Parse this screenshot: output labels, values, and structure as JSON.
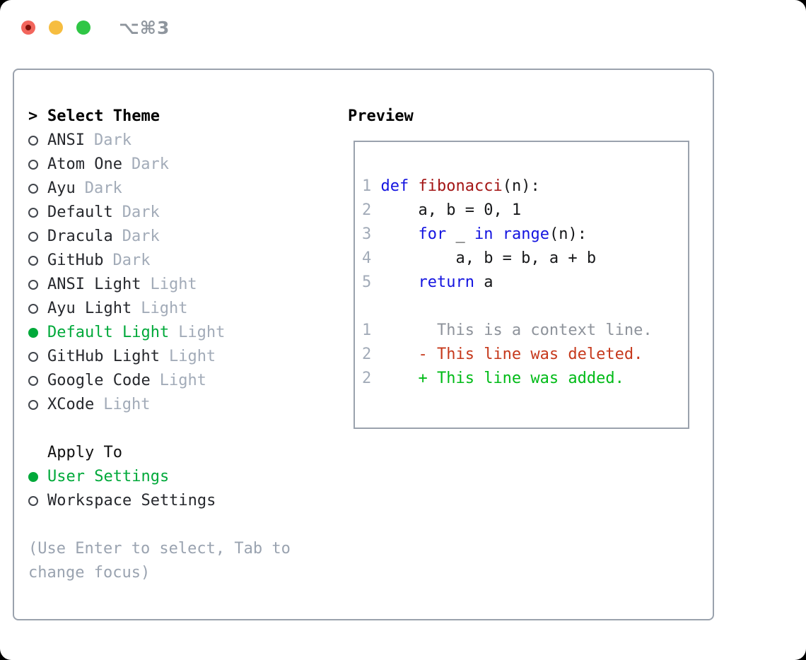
{
  "window": {
    "title": "⌥⌘3",
    "traffic_lights": {
      "close": "close",
      "minimize": "minimize",
      "zoom": "zoom"
    }
  },
  "colors": {
    "accent_green": "#00a93a",
    "added_green": "#00bb17",
    "deleted_red": "#c6391c",
    "keyword_blue": "#1414e0",
    "function_red": "#a31515",
    "line_number_gray": "#a2abb8",
    "context_gray": "#8e939b",
    "hint_gray": "#9aa3b0",
    "panel_border": "#9aa2ad"
  },
  "theme_picker": {
    "cursor": ">",
    "header": "Select Theme",
    "items": [
      {
        "label": "ANSI",
        "variant": "Dark",
        "selected": false
      },
      {
        "label": "Atom One",
        "variant": "Dark",
        "selected": false
      },
      {
        "label": "Ayu",
        "variant": "Dark",
        "selected": false
      },
      {
        "label": "Default",
        "variant": "Dark",
        "selected": false
      },
      {
        "label": "Dracula",
        "variant": "Dark",
        "selected": false
      },
      {
        "label": "GitHub",
        "variant": "Dark",
        "selected": false
      },
      {
        "label": "ANSI Light",
        "variant": "Light",
        "selected": false
      },
      {
        "label": "Ayu Light",
        "variant": "Light",
        "selected": false
      },
      {
        "label": "Default Light",
        "variant": "Light",
        "selected": true
      },
      {
        "label": "GitHub Light",
        "variant": "Light",
        "selected": false
      },
      {
        "label": "Google Code",
        "variant": "Light",
        "selected": false
      },
      {
        "label": "XCode",
        "variant": "Light",
        "selected": false
      }
    ],
    "apply_to": {
      "header": "Apply To",
      "options": [
        {
          "label": "User Settings",
          "selected": true
        },
        {
          "label": "Workspace Settings",
          "selected": false
        }
      ]
    },
    "hint": "(Use Enter to select, Tab to change focus)"
  },
  "preview": {
    "header": "Preview",
    "lines": [
      {
        "num": "1",
        "segments": [
          {
            "text": "def",
            "style": "keyword"
          },
          {
            "text": " "
          },
          {
            "text": "fibonacci",
            "style": "function"
          },
          {
            "text": "(n):"
          }
        ]
      },
      {
        "num": "2",
        "segments": [
          {
            "text": "    a, b = 0, 1"
          }
        ]
      },
      {
        "num": "3",
        "segments": [
          {
            "text": "    "
          },
          {
            "text": "for",
            "style": "keyword"
          },
          {
            "text": " _ "
          },
          {
            "text": "in",
            "style": "keyword"
          },
          {
            "text": " "
          },
          {
            "text": "range",
            "style": "keyword"
          },
          {
            "text": "(n):"
          }
        ]
      },
      {
        "num": "4",
        "segments": [
          {
            "text": "        a, b = b, a + b"
          }
        ]
      },
      {
        "num": "5",
        "segments": [
          {
            "text": "    "
          },
          {
            "text": "return",
            "style": "keyword"
          },
          {
            "text": " a"
          }
        ]
      },
      {
        "num": "",
        "segments": []
      },
      {
        "num": "1",
        "segments": [
          {
            "text": "      This is a context line.",
            "style": "context"
          }
        ]
      },
      {
        "num": "2",
        "segments": [
          {
            "text": "    - This line was deleted.",
            "style": "deleted"
          }
        ]
      },
      {
        "num": "2",
        "segments": [
          {
            "text": "    + This line was added.",
            "style": "added"
          }
        ]
      }
    ]
  }
}
